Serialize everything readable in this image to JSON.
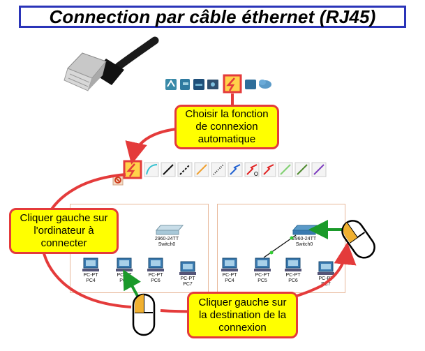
{
  "title": "Connection par câble éthernet (RJ45)",
  "callouts": {
    "auto_connect": "Choisir la fonction\nde connexion\nautomatique",
    "left_click_pc": "Cliquer gauche sur\nl'ordinateur à\nconnecter",
    "left_click_dest": "Cliquer gauche sur\nla destination de la\nconnexion"
  },
  "left_panel": {
    "switch": {
      "model": "2960-24TT",
      "name": "Switch0"
    },
    "pcs": [
      {
        "type": "PC-PT",
        "name": "PC4"
      },
      {
        "type": "PC-PT",
        "name": "PC5"
      },
      {
        "type": "PC-PT",
        "name": "PC6"
      },
      {
        "type": "PC-PT",
        "name": "PC7"
      }
    ]
  },
  "right_panel": {
    "switch": {
      "model": "2960-24TT",
      "name": "Switch0"
    },
    "pcs": [
      {
        "type": "PC-PT",
        "name": "PC4"
      },
      {
        "type": "PC-PT",
        "name": "PC5"
      },
      {
        "type": "PC-PT",
        "name": "PC6"
      },
      {
        "type": "PC-PT",
        "name": "PC7"
      }
    ]
  },
  "device_categories": [
    "router-icon",
    "switch-icon",
    "hub-icon",
    "connections-icon",
    "end-device-icon",
    "cloud-icon"
  ],
  "connection_tools": [
    "auto-connection-icon",
    "console-cable-icon",
    "straight-through-cable-icon",
    "crossover-cable-icon",
    "fiber-cable-icon",
    "phone-cable-icon",
    "coaxial-cable-icon",
    "serial-dce-icon",
    "serial-dte-icon",
    "octal-cable-icon",
    "usb-cable-icon",
    "iot-cable-icon"
  ],
  "colors": {
    "accent_red": "#e43b3b",
    "callout_yellow": "#ffff00",
    "title_border": "#2a34b8",
    "arrow_green": "#1a9a2a"
  }
}
